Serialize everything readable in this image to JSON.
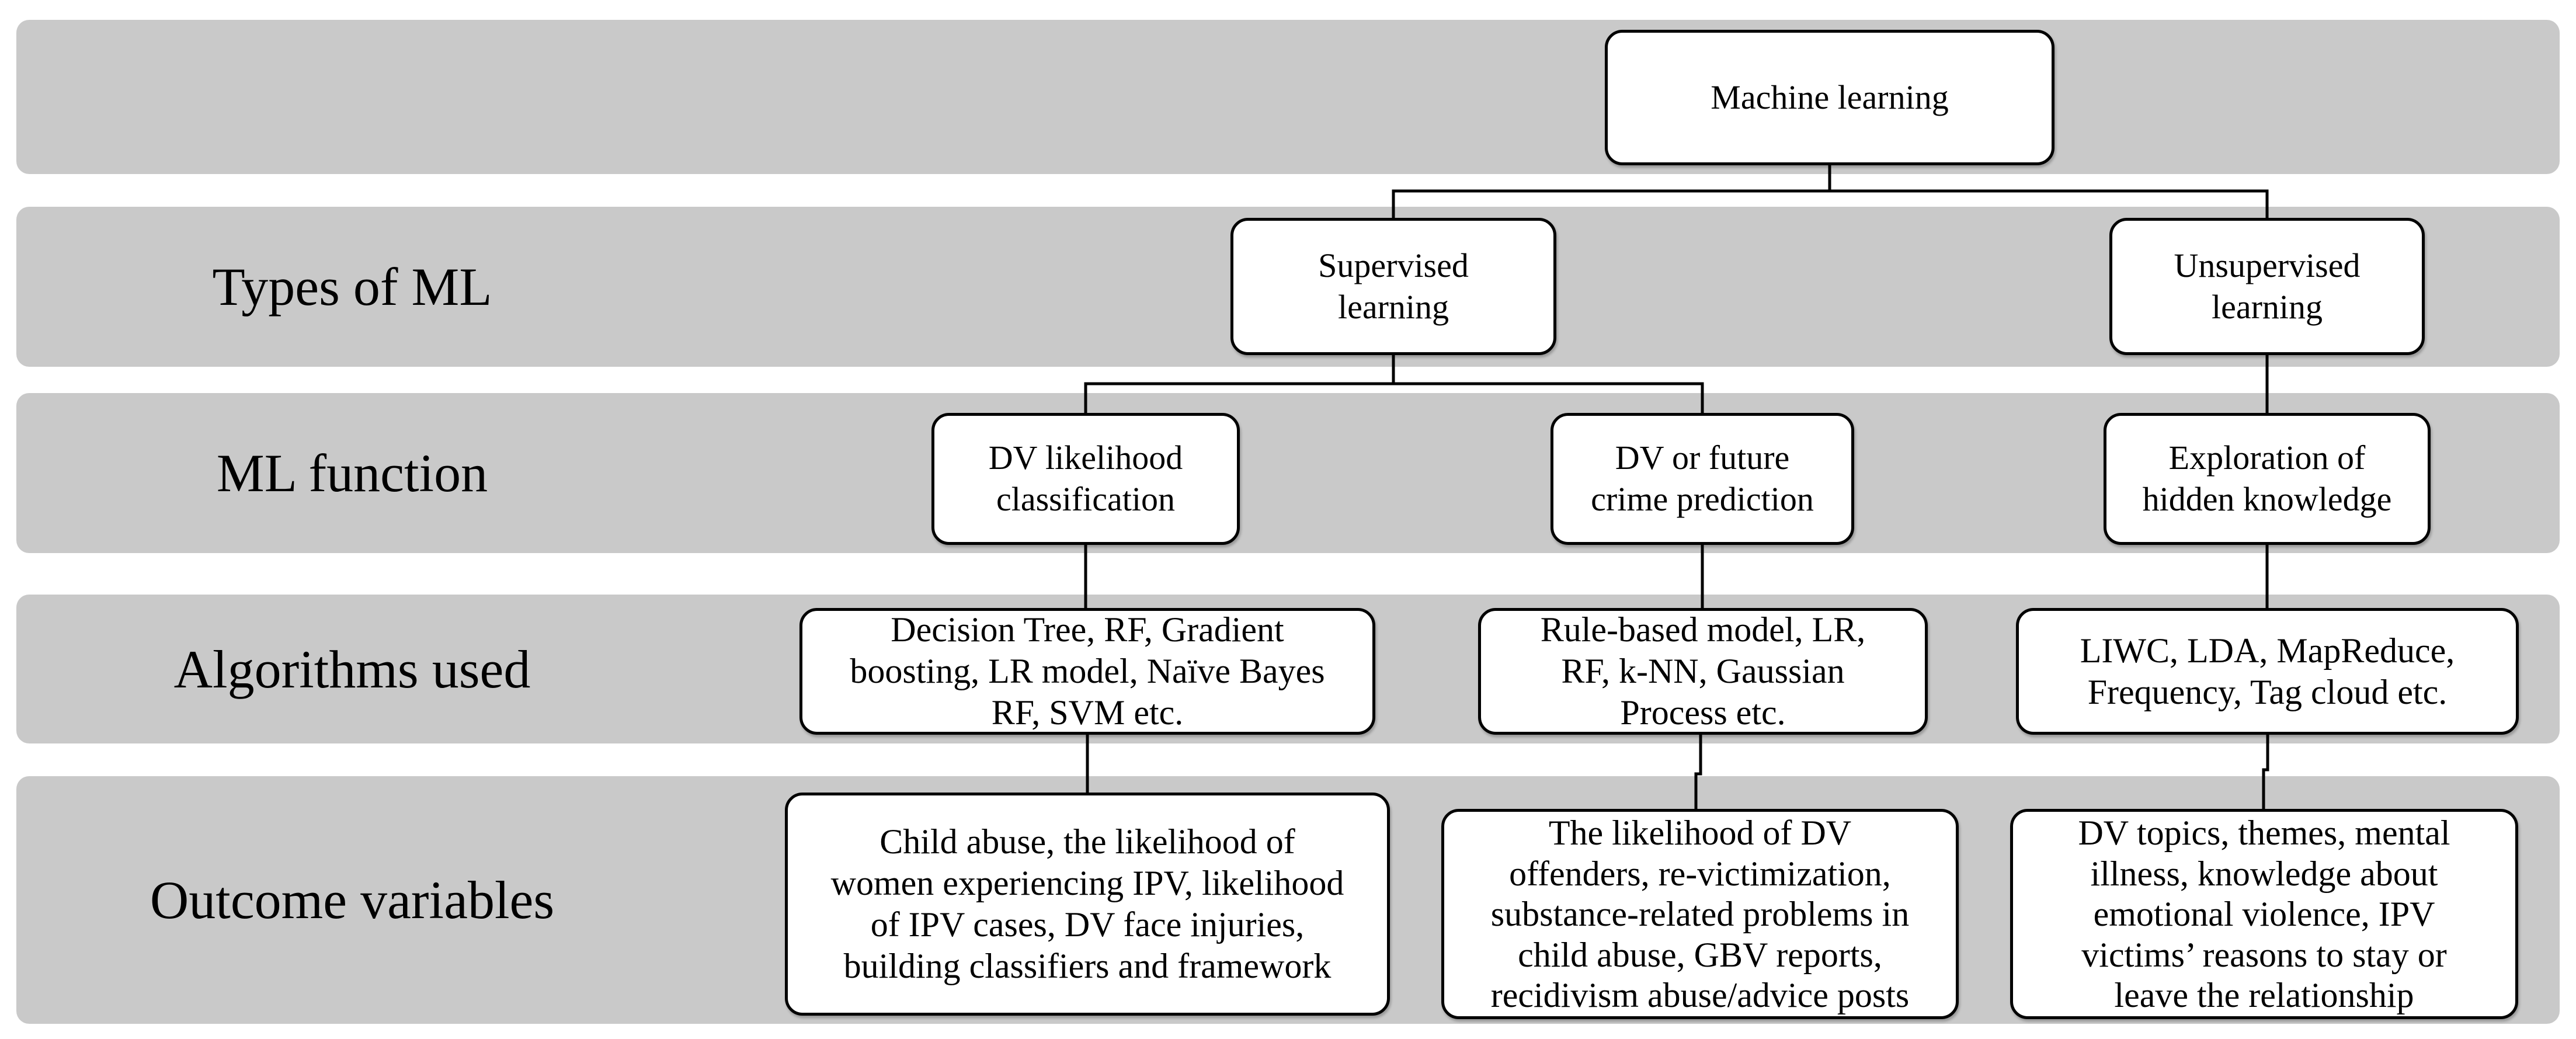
{
  "colors": {
    "band_gray": "#c9c9c9",
    "box_background": "#ffffff",
    "box_border": "#000000",
    "connector_line": "#000000",
    "text": "#000000"
  },
  "root_node": {
    "label": "Machine learning"
  },
  "rows": [
    {
      "label": "Types of ML",
      "nodes": [
        {
          "text": "Supervised\nlearning"
        },
        {
          "text": "Unsupervised\nlearning"
        }
      ]
    },
    {
      "label": "ML function",
      "nodes": [
        {
          "text": "DV likelihood\nclassification"
        },
        {
          "text": "DV or future\ncrime prediction"
        },
        {
          "text": "Exploration of\nhidden knowledge"
        }
      ]
    },
    {
      "label": "Algorithms used",
      "nodes": [
        {
          "text": "Decision Tree, RF, Gradient\nboosting, LR model, Naïve Bayes\nRF, SVM etc."
        },
        {
          "text": "Rule-based model, LR,\nRF, k-NN, Gaussian\nProcess etc."
        },
        {
          "text": "LIWC, LDA, MapReduce,\nFrequency, Tag cloud etc."
        }
      ]
    },
    {
      "label": "Outcome variables",
      "nodes": [
        {
          "text": "Child abuse, the likelihood of\nwomen experiencing IPV, likelihood\nof IPV cases, DV face injuries,\nbuilding classifiers and framework"
        },
        {
          "text": "The likelihood of DV\noffenders, re-victimization,\nsubstance-related problems in\nchild abuse, GBV reports,\nrecidivism abuse/advice posts"
        },
        {
          "text": "DV topics, themes, mental\nillness, knowledge about\nemotional violence, IPV\nvictims’ reasons to stay or\nleave the relationship"
        }
      ]
    }
  ]
}
